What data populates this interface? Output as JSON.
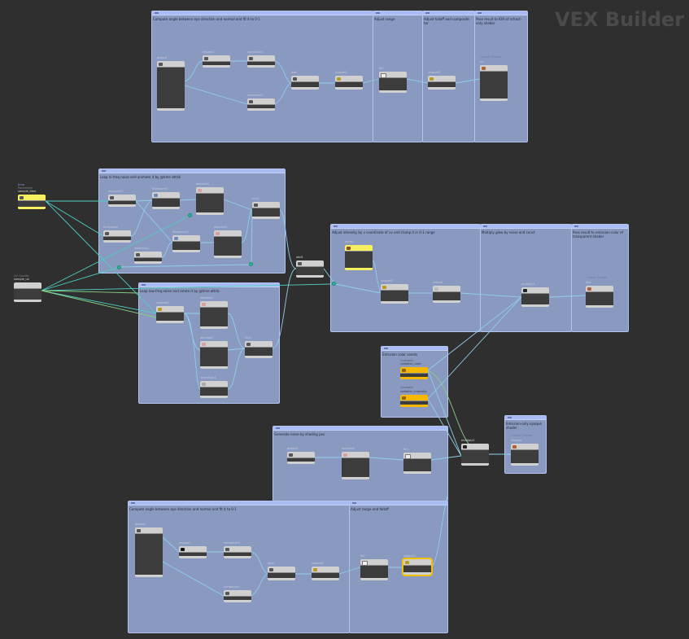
{
  "title": "VEX Builder",
  "boxes": [
    "Compute angle between eye direction and normal and fit it to 0-1",
    "Adjust range",
    "Adjust falloff and composite tor",
    "Pass result to IOR of refract-only shader",
    "Loop hi-freq noise and animate it by @time attrib",
    "Loop low-freq noise and rotate it by @time attrib",
    "Adjust intensity by v coordinate of uv and clamp it in 0-1 range",
    "Multiply glow by noise and const",
    "Pass result to emission color of transparent shader",
    "Emission color consts",
    "Emission-only opaque shader",
    "Generate noise by shading pos",
    "Compute angle between eye direction and normal and fit it to 0-1",
    "Adjust range and falloff"
  ],
  "nodes": {
    "global1": "global1",
    "negate1": "negate1",
    "normalize1": "normalize1",
    "normalize2": "normalize2",
    "dot1": "dot1",
    "snippet1": "snippet1",
    "fit1": "fit1",
    "snippet5": "snippet5",
    "ior": "ior",
    "mulconst1": "mulconst1",
    "floattovec1": "floattovec1",
    "aanoise3": "aanoise3",
    "mix2": "mix2",
    "mulconst2": "mulconst2",
    "floattovec2": "floattovec2",
    "addconst1": "addconst1",
    "aanoise4": "aanoise4",
    "sample_time": "sample_time",
    "sample_uv": "sample_uv",
    "snippet4": "snippet4",
    "aanoise1": "aanoise1",
    "aanoise2": "aanoise2",
    "vectofloat1": "vectofloat1",
    "mix1": "mix1",
    "add1": "add1",
    "ramp1": "ramp1",
    "snippet7": "snippet7",
    "clamp1": "clamp1",
    "multiply1": "multiply1",
    "disc": "disc",
    "radiation_color": "radiation_color",
    "radiation_intensity": "radiation_intensity",
    "multiply2": "multiply2",
    "shadow": "shadow",
    "global3": "global3",
    "aanoise5": "aanoise5",
    "fit3": "fit3",
    "global2": "global2",
    "negate2": "negate2",
    "normalize3": "normalize3",
    "normalize4": "normalize4",
    "dot2": "dot2",
    "snippet2": "snippet2",
    "fit2": "fit2",
    "snippet3": "snippet3"
  },
  "subs": {
    "classic": "Classic Shader",
    "constant": "Constant",
    "time": "time",
    "parameter": "Parameter",
    "uvcoords": "UV Coords"
  }
}
